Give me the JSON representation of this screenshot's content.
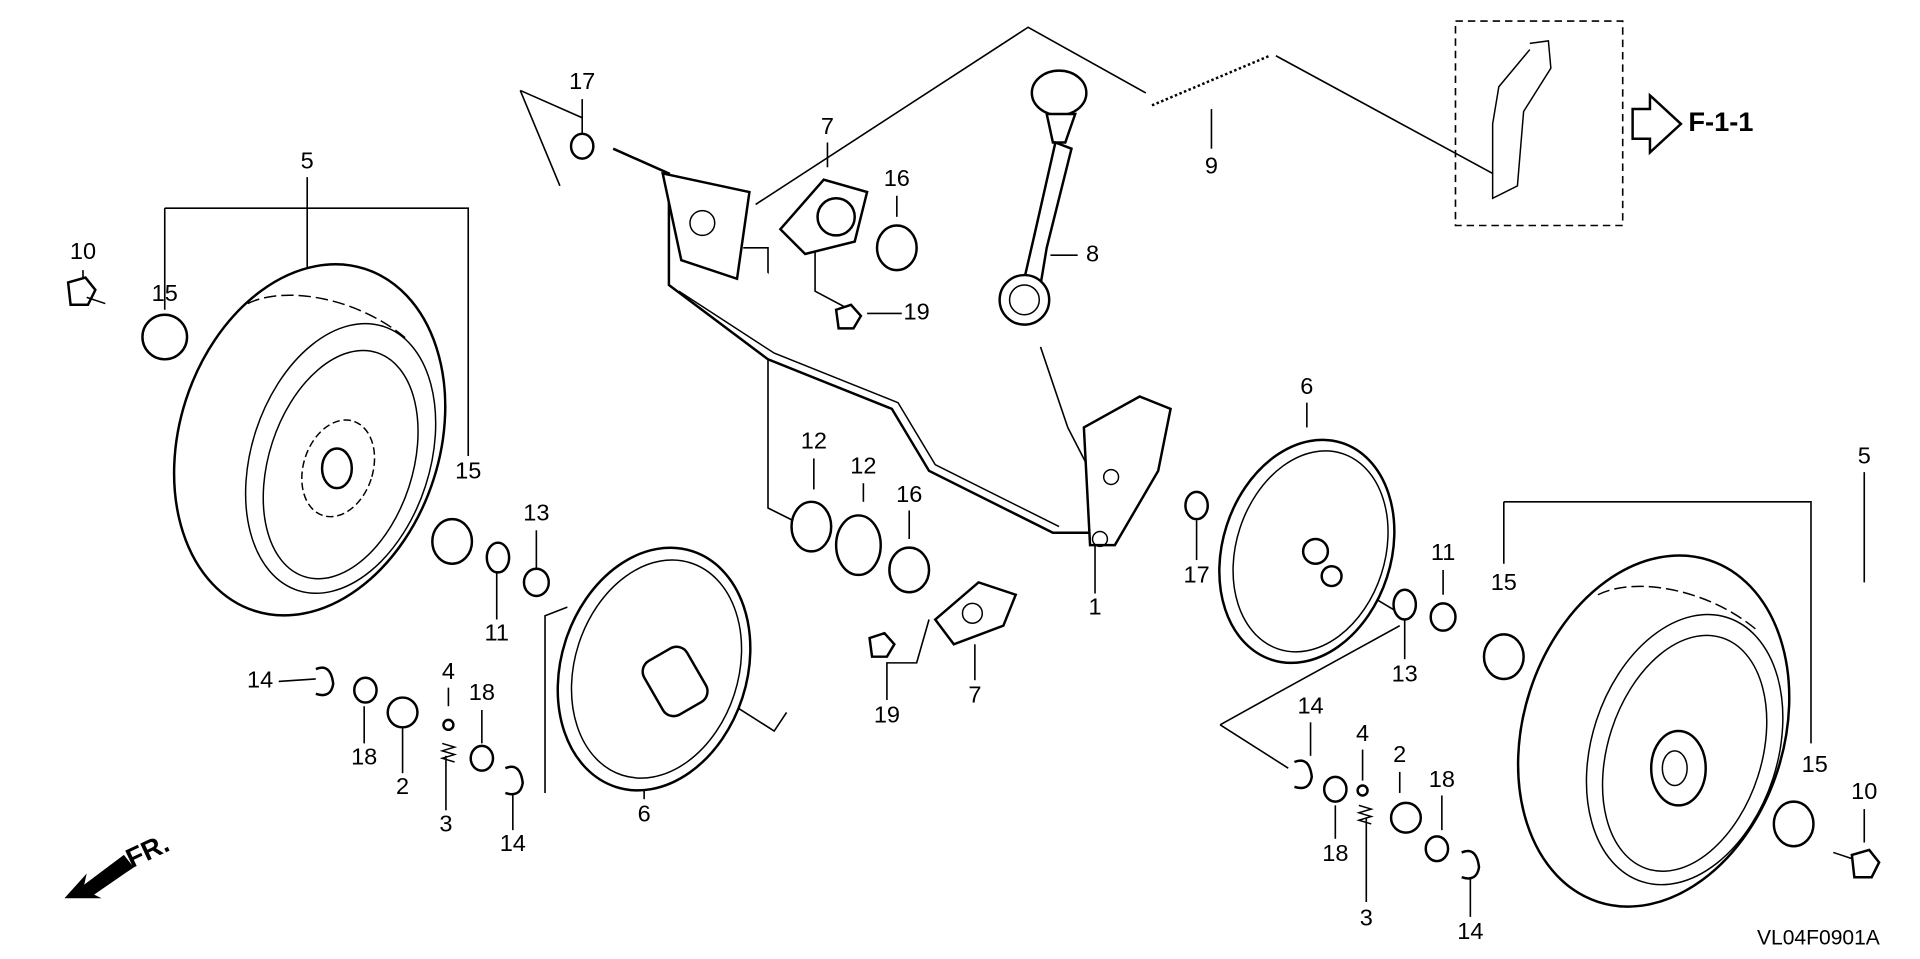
{
  "diagram": {
    "callouts": [
      "17",
      "7",
      "16",
      "19",
      "8",
      "9",
      "5",
      "10",
      "15",
      "15",
      "13",
      "11",
      "12",
      "12",
      "16",
      "6",
      "5",
      "17",
      "1",
      "11",
      "15",
      "13",
      "14",
      "4",
      "18",
      "18",
      "2",
      "3",
      "14",
      "6",
      "19",
      "7",
      "14",
      "4",
      "2",
      "18",
      "18",
      "3",
      "14",
      "15",
      "10"
    ],
    "reference_link": "F-1-1",
    "front_indicator": "FR.",
    "figure_code": "VL04F0901A"
  }
}
